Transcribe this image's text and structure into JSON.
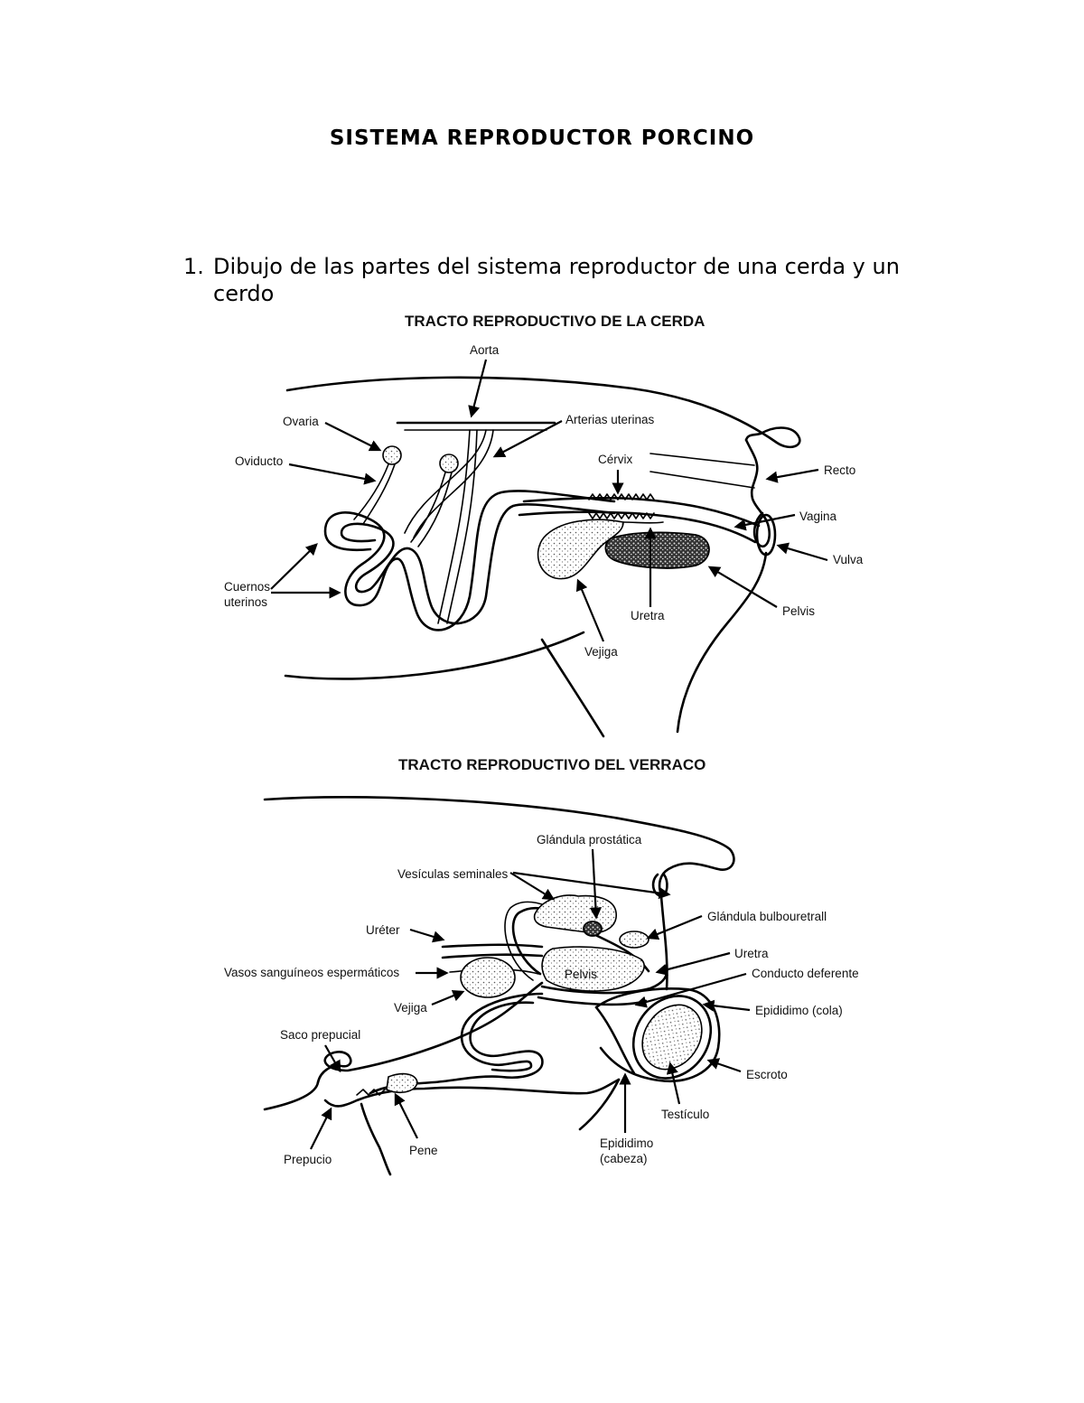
{
  "document": {
    "title": "SISTEMA REPRODUCTOR PORCINO",
    "item_number": "1.",
    "item_text": "Dibujo de las partes del sistema reproductor de una cerda y un cerdo"
  },
  "figure_female": {
    "title": "TRACTO REPRODUCTIVO DE LA CERDA",
    "labels": {
      "aorta": "Aorta",
      "ovaria": "Ovaria",
      "arterias": "Arterias uterinas",
      "oviducto": "Oviducto",
      "cervix": "Cérvix",
      "recto": "Recto",
      "vagina": "Vagina",
      "vulva": "Vulva",
      "cuernos_1": "Cuernos",
      "cuernos_2": "uterinos",
      "uretra": "Uretra",
      "pelvis": "Pelvis",
      "vejiga": "Vejiga"
    }
  },
  "figure_male": {
    "title": "TRACTO REPRODUCTIVO DEL VERRACO",
    "labels": {
      "prostatica": "Glándula prostática",
      "vesiculas": "Vesículas seminales",
      "bulbouretral": "Glándula bulbouretrall",
      "ureter": "Uréter",
      "uretra": "Uretra",
      "vasos": "Vasos sanguíneos espermáticos",
      "pelvis": "Pelvis",
      "conducto": "Conducto deferente",
      "vejiga": "Vejiga",
      "epididimo_cola": "Epididimo (cola)",
      "saco": "Saco prepucial",
      "escroto": "Escroto",
      "testiculo": "Testículo",
      "pene": "Pene",
      "prepucio": "Prepucio",
      "epididimo_cabeza_1": "Epididimo",
      "epididimo_cabeza_2": "(cabeza)"
    }
  }
}
